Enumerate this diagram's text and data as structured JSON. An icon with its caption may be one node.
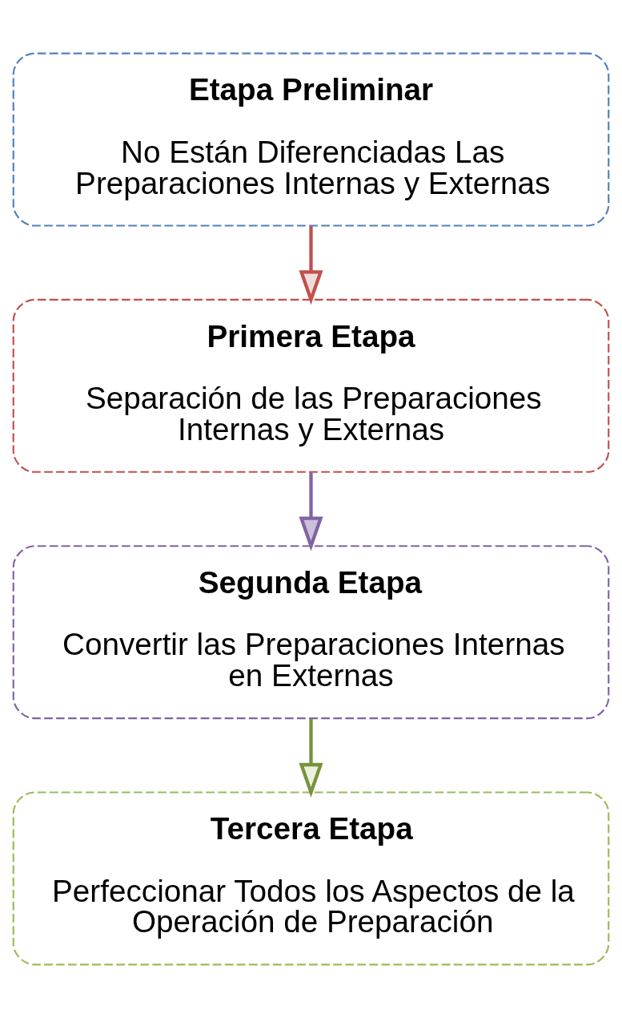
{
  "diagram": {
    "nodes": [
      {
        "text": [
          "Etapa Preliminar",
          "No Están Diferenciadas Las Preparaciones Internas y Externas"
        ]
      },
      {
        "text": [
          "Primera Etapa",
          "Separación de las Preparaciones Internas y Externas"
        ]
      },
      {
        "text": [
          "Segunda Etapa",
          "Convertir las Preparaciones Internas en Externas"
        ]
      },
      {
        "text": [
          "Tercera Etapa",
          "Perfeccionar Todos los Aspectos de la Operación de Preparación"
        ]
      }
    ],
    "edges": [
      {
        "from": 0,
        "to": 1,
        "arrow": "to",
        "color": "#c0504d"
      },
      {
        "from": 1,
        "to": 2,
        "arrow": "to",
        "color": "#8064a2"
      },
      {
        "from": 2,
        "to": 3,
        "arrow": "to",
        "color": "#77933c"
      }
    ]
  }
}
